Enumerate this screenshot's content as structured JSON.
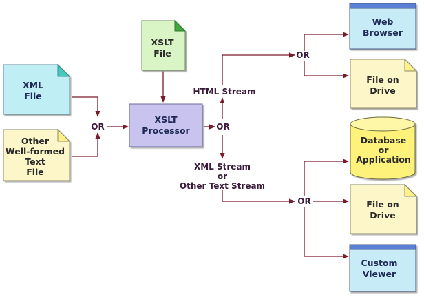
{
  "nodes": {
    "xml_file": [
      "XML",
      "File"
    ],
    "other_file": [
      "Other",
      "Well-formed",
      "Text",
      "File"
    ],
    "xslt_file": [
      "XSLT",
      "File"
    ],
    "xslt_processor": [
      "XSLT",
      "Processor"
    ],
    "web_browser": [
      "Web",
      "Browser"
    ],
    "file_on_drive_1": [
      "File on",
      "Drive"
    ],
    "database": [
      "Database",
      "or",
      "Application"
    ],
    "file_on_drive_2": [
      "File on",
      "Drive"
    ],
    "custom_viewer": [
      "Custom",
      "Viewer"
    ]
  },
  "labels": {
    "or_inputs": "OR",
    "or_processor": "OR",
    "or_html": "OR",
    "or_xml": "OR",
    "html_stream": "HTML Stream",
    "xml_stream": [
      "XML Stream",
      "or",
      "Other Text Stream"
    ]
  },
  "colors": {
    "xml_doc": "#bfeef5",
    "xml_fold": "#47c9c0",
    "text_doc": "#fdf6c8",
    "xslt_doc": "#d9f5c6",
    "xslt_fold": "#3fa83f",
    "processor": "#c9c4ef",
    "window": "#c7ecf7",
    "window_bar": "#5a7fd6",
    "database": "#fff27a",
    "wire": "#7a1a2a"
  }
}
